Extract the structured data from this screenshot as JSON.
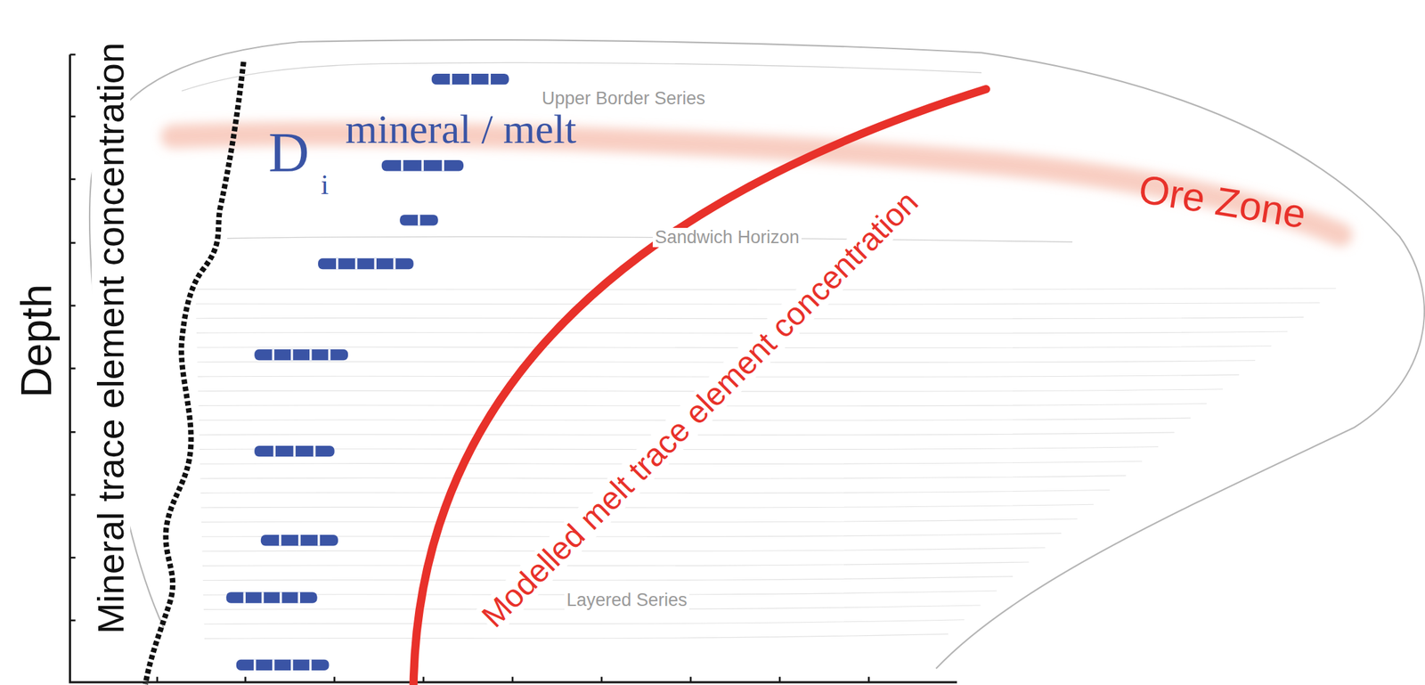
{
  "diagram": {
    "labels": [
      "Depth",
      "Mineral trace element concentration",
      "D",
      "mineral / melt",
      "i",
      "Upper Border Series",
      "Ore Zone",
      "Sandwich Horizon",
      "Modelled melt trace element concentration",
      "Layered Series"
    ]
  }
}
